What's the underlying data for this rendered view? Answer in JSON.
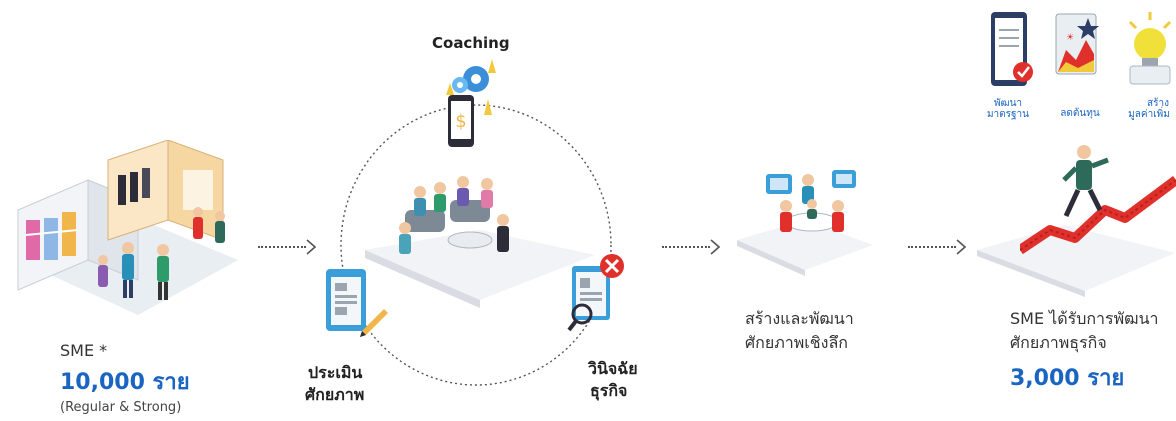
{
  "sme_start": {
    "label": "SME *",
    "count": "10,000 ราย",
    "note": "(Regular & Strong)"
  },
  "cycle": {
    "top_label": "Coaching",
    "left_label_line1": "ประเมิน",
    "left_label_line2": "ศักยภาพ",
    "right_label_line1": "วินิจฉัย",
    "right_label_line2": "ธุรกิจ"
  },
  "develop": {
    "line1": "สร้างและพัฒนา",
    "line2": "ศักยภาพเชิงลึก"
  },
  "result": {
    "line1": "SME ได้รับการพัฒนา",
    "line2": "ศักยภาพธุรกิจ",
    "count": "3,000 ราย"
  },
  "benefits": [
    {
      "line1": "พัฒนา",
      "line2": "มาตรฐาน"
    },
    {
      "line1": "ลดต้นทุน",
      "line2": ""
    },
    {
      "line1": "สร้าง",
      "line2": "มูลค่าเพิ่ม"
    }
  ],
  "colors": {
    "accent_blue": "#1a64c2",
    "accent_red": "#e0302b",
    "teal": "#4aa3b8"
  }
}
